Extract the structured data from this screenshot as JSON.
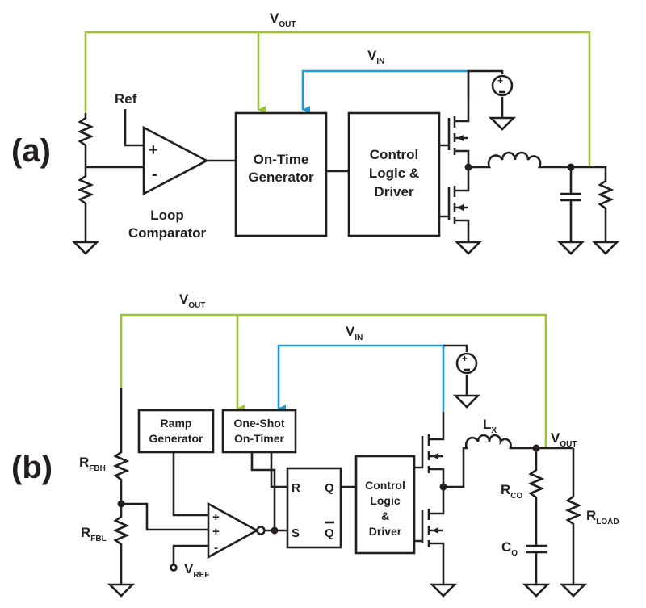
{
  "colors": {
    "wire": "#231f20",
    "vout_feedback": "#9ac23c",
    "vin_feedback": "#1e9ad6"
  },
  "diagram_a": {
    "part_label": "(a)",
    "vout_label": "V",
    "vout_sub": "OUT",
    "vin_label": "V",
    "vin_sub": "IN",
    "ref_label": "Ref",
    "comparator_plus": "+",
    "comparator_minus": "-",
    "comparator_caption_line1": "Loop",
    "comparator_caption_line2": "Comparator",
    "on_time_block_line1": "On-Time",
    "on_time_block_line2": "Generator",
    "control_block_line1": "Control",
    "control_block_line2": "Logic &",
    "control_block_line3": "Driver"
  },
  "diagram_b": {
    "part_label": "(b)",
    "vout_label": "V",
    "vout_sub": "OUT",
    "vin_label": "V",
    "vin_sub": "IN",
    "vout_node_label": "V",
    "vout_node_sub": "OUT",
    "ramp_block_line1": "Ramp",
    "ramp_block_line2": "Generator",
    "oneshot_block_line1": "One-Shot",
    "oneshot_block_line2": "On-Timer",
    "latch_r": "R",
    "latch_s": "S",
    "latch_q": "Q",
    "latch_qbar": "Q",
    "comparator_plus1": "+",
    "comparator_plus2": "+",
    "comparator_minus": "-",
    "control_block_line1": "Control",
    "control_block_line2": "Logic",
    "control_block_line3": "&",
    "control_block_line4": "Driver",
    "vref_label": "V",
    "vref_sub": "REF",
    "rfbh_label": "R",
    "rfbh_sub": "FBH",
    "rfbl_label": "R",
    "rfbl_sub": "FBL",
    "lx_label": "L",
    "lx_sub": "X",
    "rco_label": "R",
    "rco_sub": "CO",
    "co_label": "C",
    "co_sub": "O",
    "rload_label": "R",
    "rload_sub": "LOAD"
  }
}
